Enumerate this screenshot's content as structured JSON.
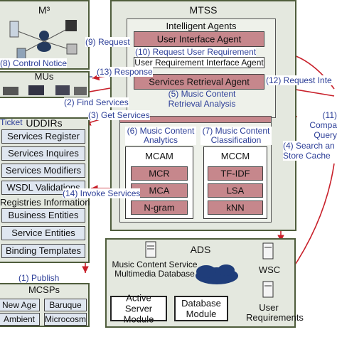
{
  "m3": {
    "title": "M³",
    "control_notice": "(8) Control Notice"
  },
  "mus": {
    "title": "MUs"
  },
  "mtss": {
    "title": "MTSS",
    "intelligent_agents": "Intelligent Agents",
    "user_interface_agent": "User Interface Agent",
    "user_requirement_interface_agent": "User Requirement Interface Agent",
    "services_retrieval_agent": "Services Retrieval Agent",
    "mcam": {
      "header": "(6) Music Content Analytics",
      "name": "MCAM",
      "items": [
        "MCR",
        "MCA",
        "N-gram"
      ]
    },
    "mccm": {
      "header": "(7) Music Content Classification",
      "name": "MCCM",
      "items": [
        "TF-IDF",
        "LSA",
        "kNN"
      ]
    }
  },
  "uddirs": {
    "ticket": "Ticket",
    "title": "UDDIRs",
    "items": [
      "Services Register",
      "Services Inquires",
      "Services Modifiers",
      "WSDL Validations"
    ],
    "registries_information": "Registries Information",
    "entities": [
      "Business Entities",
      "Service Entities",
      "Binding Templates"
    ]
  },
  "mcsps": {
    "title": "MCSPs",
    "items": [
      "New Age",
      "Baruque",
      "Ambient",
      "Microcosm"
    ]
  },
  "ads": {
    "title": "ADS",
    "database_label": "Music Content Service Multimedia Database",
    "active_server_module": "Active Server Module",
    "database_module": "Database Module",
    "wsc": "WSC",
    "user_requirements": "User Requirements"
  },
  "arrows": {
    "request": "(9) Request",
    "request_user_requirement": "(10) Request User Requirement",
    "response": "(13) Response",
    "request_inte": "(12) Request Inte",
    "find_services": "(2) Find Services",
    "music_content_retrieval": "(5) Music Content Retrieval Analysis",
    "get_services": "(3) Get Services",
    "compare_query": "(11) Compa Query",
    "search_store_cache": "(4) Search an Store Cache",
    "invoke_services": "(14) Invoke Services",
    "publish": "(1) Publish"
  },
  "colors": {
    "panel": "#e4e8df",
    "agent_box": "#c6878c",
    "arrow_blue": "#2d3f98",
    "arrow_red": "#c8202a"
  }
}
